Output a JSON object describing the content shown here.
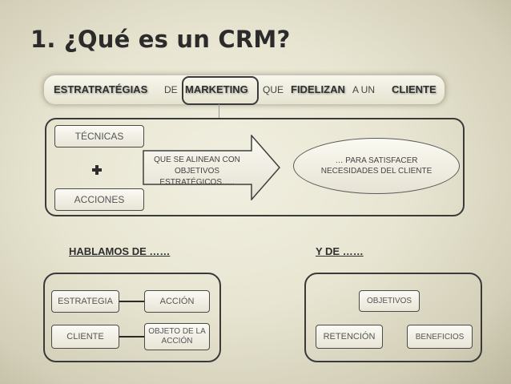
{
  "title": "1. ¿Qué es un CRM?",
  "definition": {
    "w1": "ESTRATRATÉGIAS",
    "w2": "DE",
    "w3": "MARKETING",
    "w4": "QUE",
    "w5": "FIDELIZAN",
    "w6": "A UN",
    "w7": "CLIENTE"
  },
  "process": {
    "tecnicas": "TÉCNICAS",
    "acciones": "ACCIONES",
    "arrow_text": "QUE SE ALINEAN CON OBJETIVOS ESTRATÉGICOS…..",
    "ellipse_text": "… PARA SATISFACER NECESIDADES DEL CLIENTE"
  },
  "left_section": {
    "heading": "HABLAMOS DE ……",
    "estrategia": "ESTRATEGIA",
    "accion": "ACCIÓN",
    "cliente": "CLIENTE",
    "objeto": "OBJETO DE LA ACCIÓN"
  },
  "right_section": {
    "heading": "Y DE ……",
    "objetivos": "OBJETIVOS",
    "retencion": "RETENCIÓN",
    "beneficios": "BENEFICIOS"
  }
}
